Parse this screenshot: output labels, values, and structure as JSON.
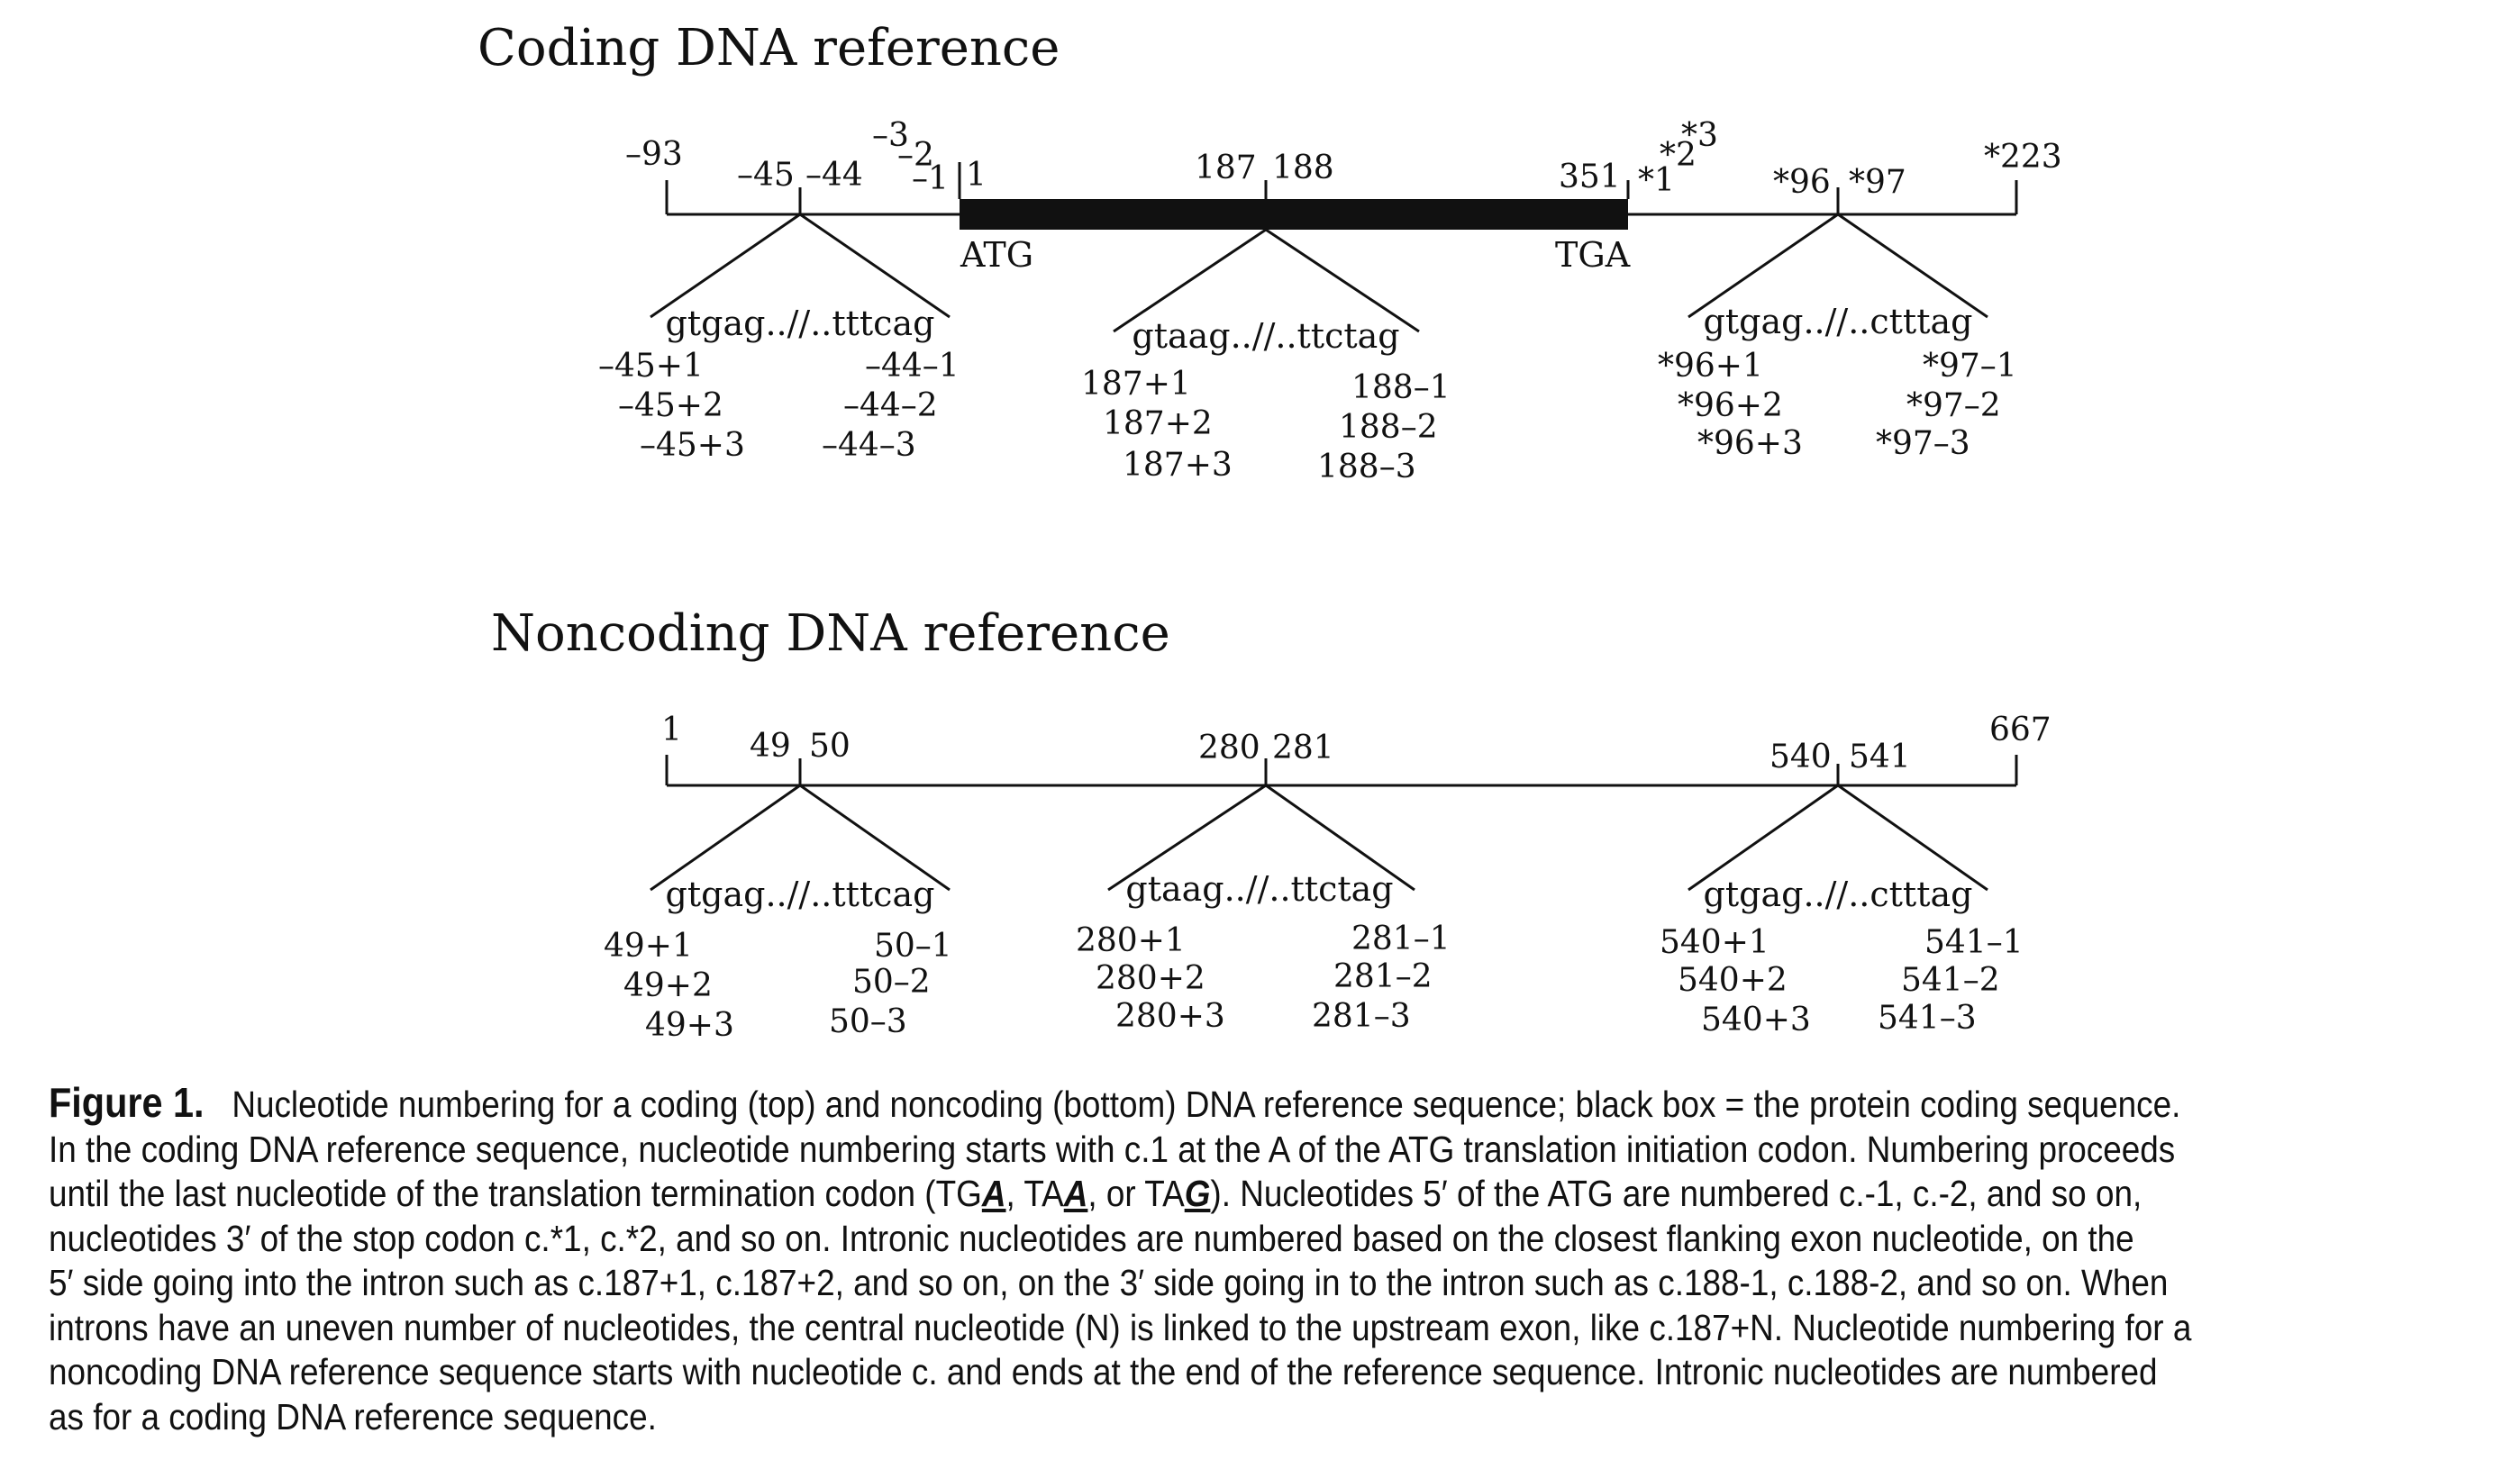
{
  "coding": {
    "title": "Coding DNA reference",
    "positions": {
      "m93": "–93",
      "m45": "–45",
      "m44": "–44",
      "m3": "–3",
      "m2": "–2",
      "m1": "–1",
      "p1": "1",
      "p187": "187",
      "p188": "188",
      "p351": "351",
      "s1": "*1",
      "s2": "*2",
      "s3": "*3",
      "s96": "*96",
      "s97": "*97",
      "s223": "*223"
    },
    "start_codon": "ATG",
    "stop_codon": "TGA",
    "introns": [
      {
        "seq": "gtgag..//..tttcag",
        "left": [
          "–45+1",
          "–45+2",
          "–45+3"
        ],
        "right": [
          "–44–1",
          "–44–2",
          "–44–3"
        ]
      },
      {
        "seq": "gtaag..//..ttctag",
        "left": [
          "187+1",
          "187+2",
          "187+3"
        ],
        "right": [
          "188–1",
          "188–2",
          "188–3"
        ]
      },
      {
        "seq": "gtgag..//..ctttag",
        "left": [
          "*96+1",
          "*96+2",
          "*96+3"
        ],
        "right": [
          "*97–1",
          "*97–2",
          "*97–3"
        ]
      }
    ]
  },
  "noncoding": {
    "title": "Noncoding DNA reference",
    "positions": {
      "p1": "1",
      "p49": "49",
      "p50": "50",
      "p280": "280",
      "p281": "281",
      "p540": "540",
      "p541": "541",
      "p667": "667"
    },
    "introns": [
      {
        "seq": "gtgag..//..tttcag",
        "left": [
          "49+1",
          "49+2",
          "49+3"
        ],
        "right": [
          "50–1",
          "50–2",
          "50–3"
        ]
      },
      {
        "seq": "gtaag..//..ttctag",
        "left": [
          "280+1",
          "280+2",
          "280+3"
        ],
        "right": [
          "281–1",
          "281–2",
          "281–3"
        ]
      },
      {
        "seq": "gtgag..//..ctttag",
        "left": [
          "540+1",
          "540+2",
          "540+3"
        ],
        "right": [
          "541–1",
          "541–2",
          "541–3"
        ]
      }
    ]
  },
  "caption": {
    "figure_label": "Figure 1.",
    "lines": [
      "Nucleotide numbering for a coding (top) and noncoding (bottom) DNA reference sequence; black box = the protein coding sequence.",
      "In the coding DNA reference sequence, nucleotide numbering starts with c.1 at the A of the ATG translation initiation codon. Numbering proceeds",
      "until the last nucleotide of the translation termination codon (",
      "nucleotides 3′ of the stop codon c.*1, c.*2, and so on. Intronic nucleotides are numbered based on the closest flanking exon nucleotide, on the",
      "5′ side going into the intron such as c.187+1, c.187+2, and so on, on the 3′ side going in to the intron such as c.188-1, c.188-2, and so on. When",
      "introns have an uneven number of nucleotides, the central nucleotide (N) is linked to the upstream exon, like c.187+N. Nucleotide numbering for a",
      "noncoding DNA reference sequence starts with nucleotide c. and ends at the end of the reference sequence. Intronic nucleotides are numbered",
      "as for a coding DNA reference sequence."
    ],
    "line3_codon1_base": "TG",
    "line3_codon1_end": "A",
    "line3_sep1": ", TA",
    "line3_codon2_end": "A",
    "line3_sep2": ", or TA",
    "line3_codon3_end": "G",
    "line3_tail": "). Nucleotides 5′ of the ATG are numbered c.-1, c.-2, and so on,"
  }
}
